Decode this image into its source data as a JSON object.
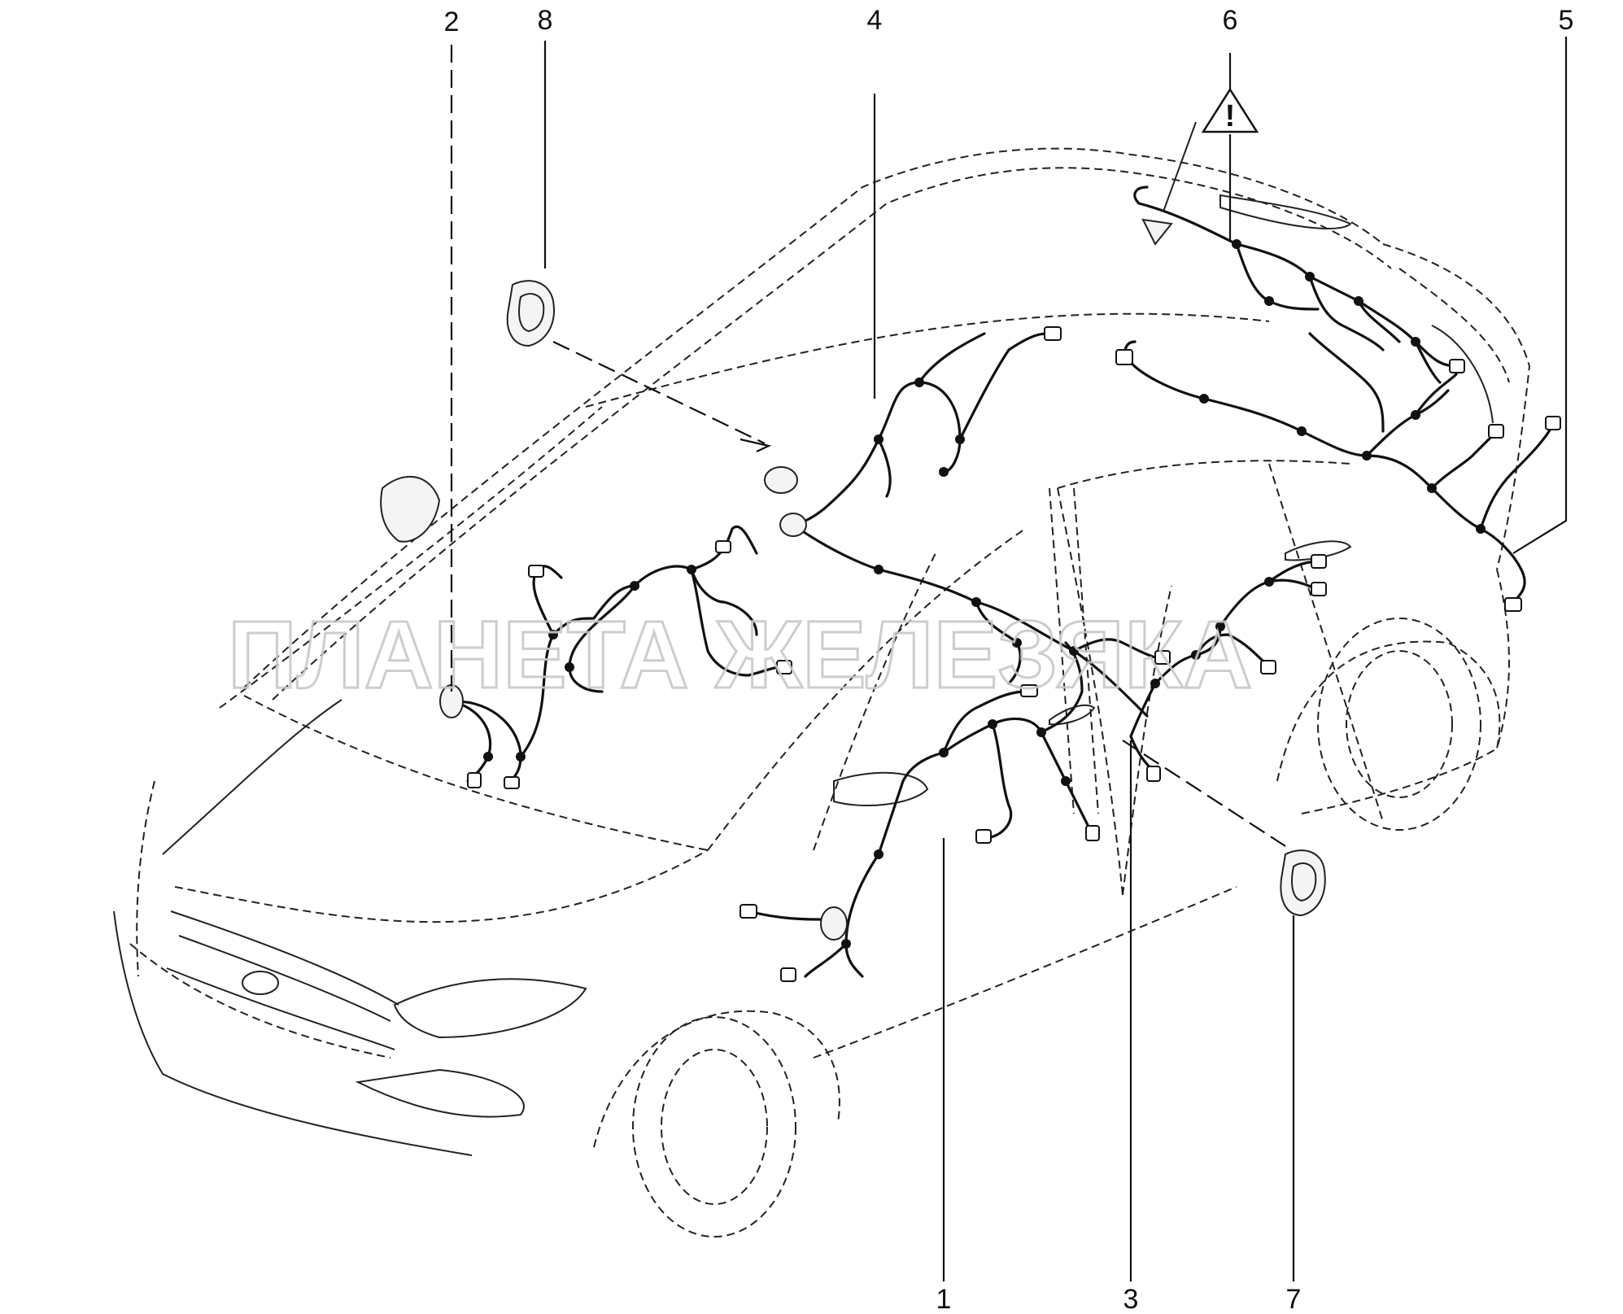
{
  "callouts": [
    {
      "id": "1",
      "label": "1"
    },
    {
      "id": "2",
      "label": "2"
    },
    {
      "id": "3",
      "label": "3"
    },
    {
      "id": "4",
      "label": "4"
    },
    {
      "id": "5",
      "label": "5"
    },
    {
      "id": "6",
      "label": "6"
    },
    {
      "id": "7",
      "label": "7"
    },
    {
      "id": "8",
      "label": "8"
    }
  ],
  "warning_mark": "!",
  "watermark": "ПЛАНЕТА ЖЕЛЕЗЯКА"
}
